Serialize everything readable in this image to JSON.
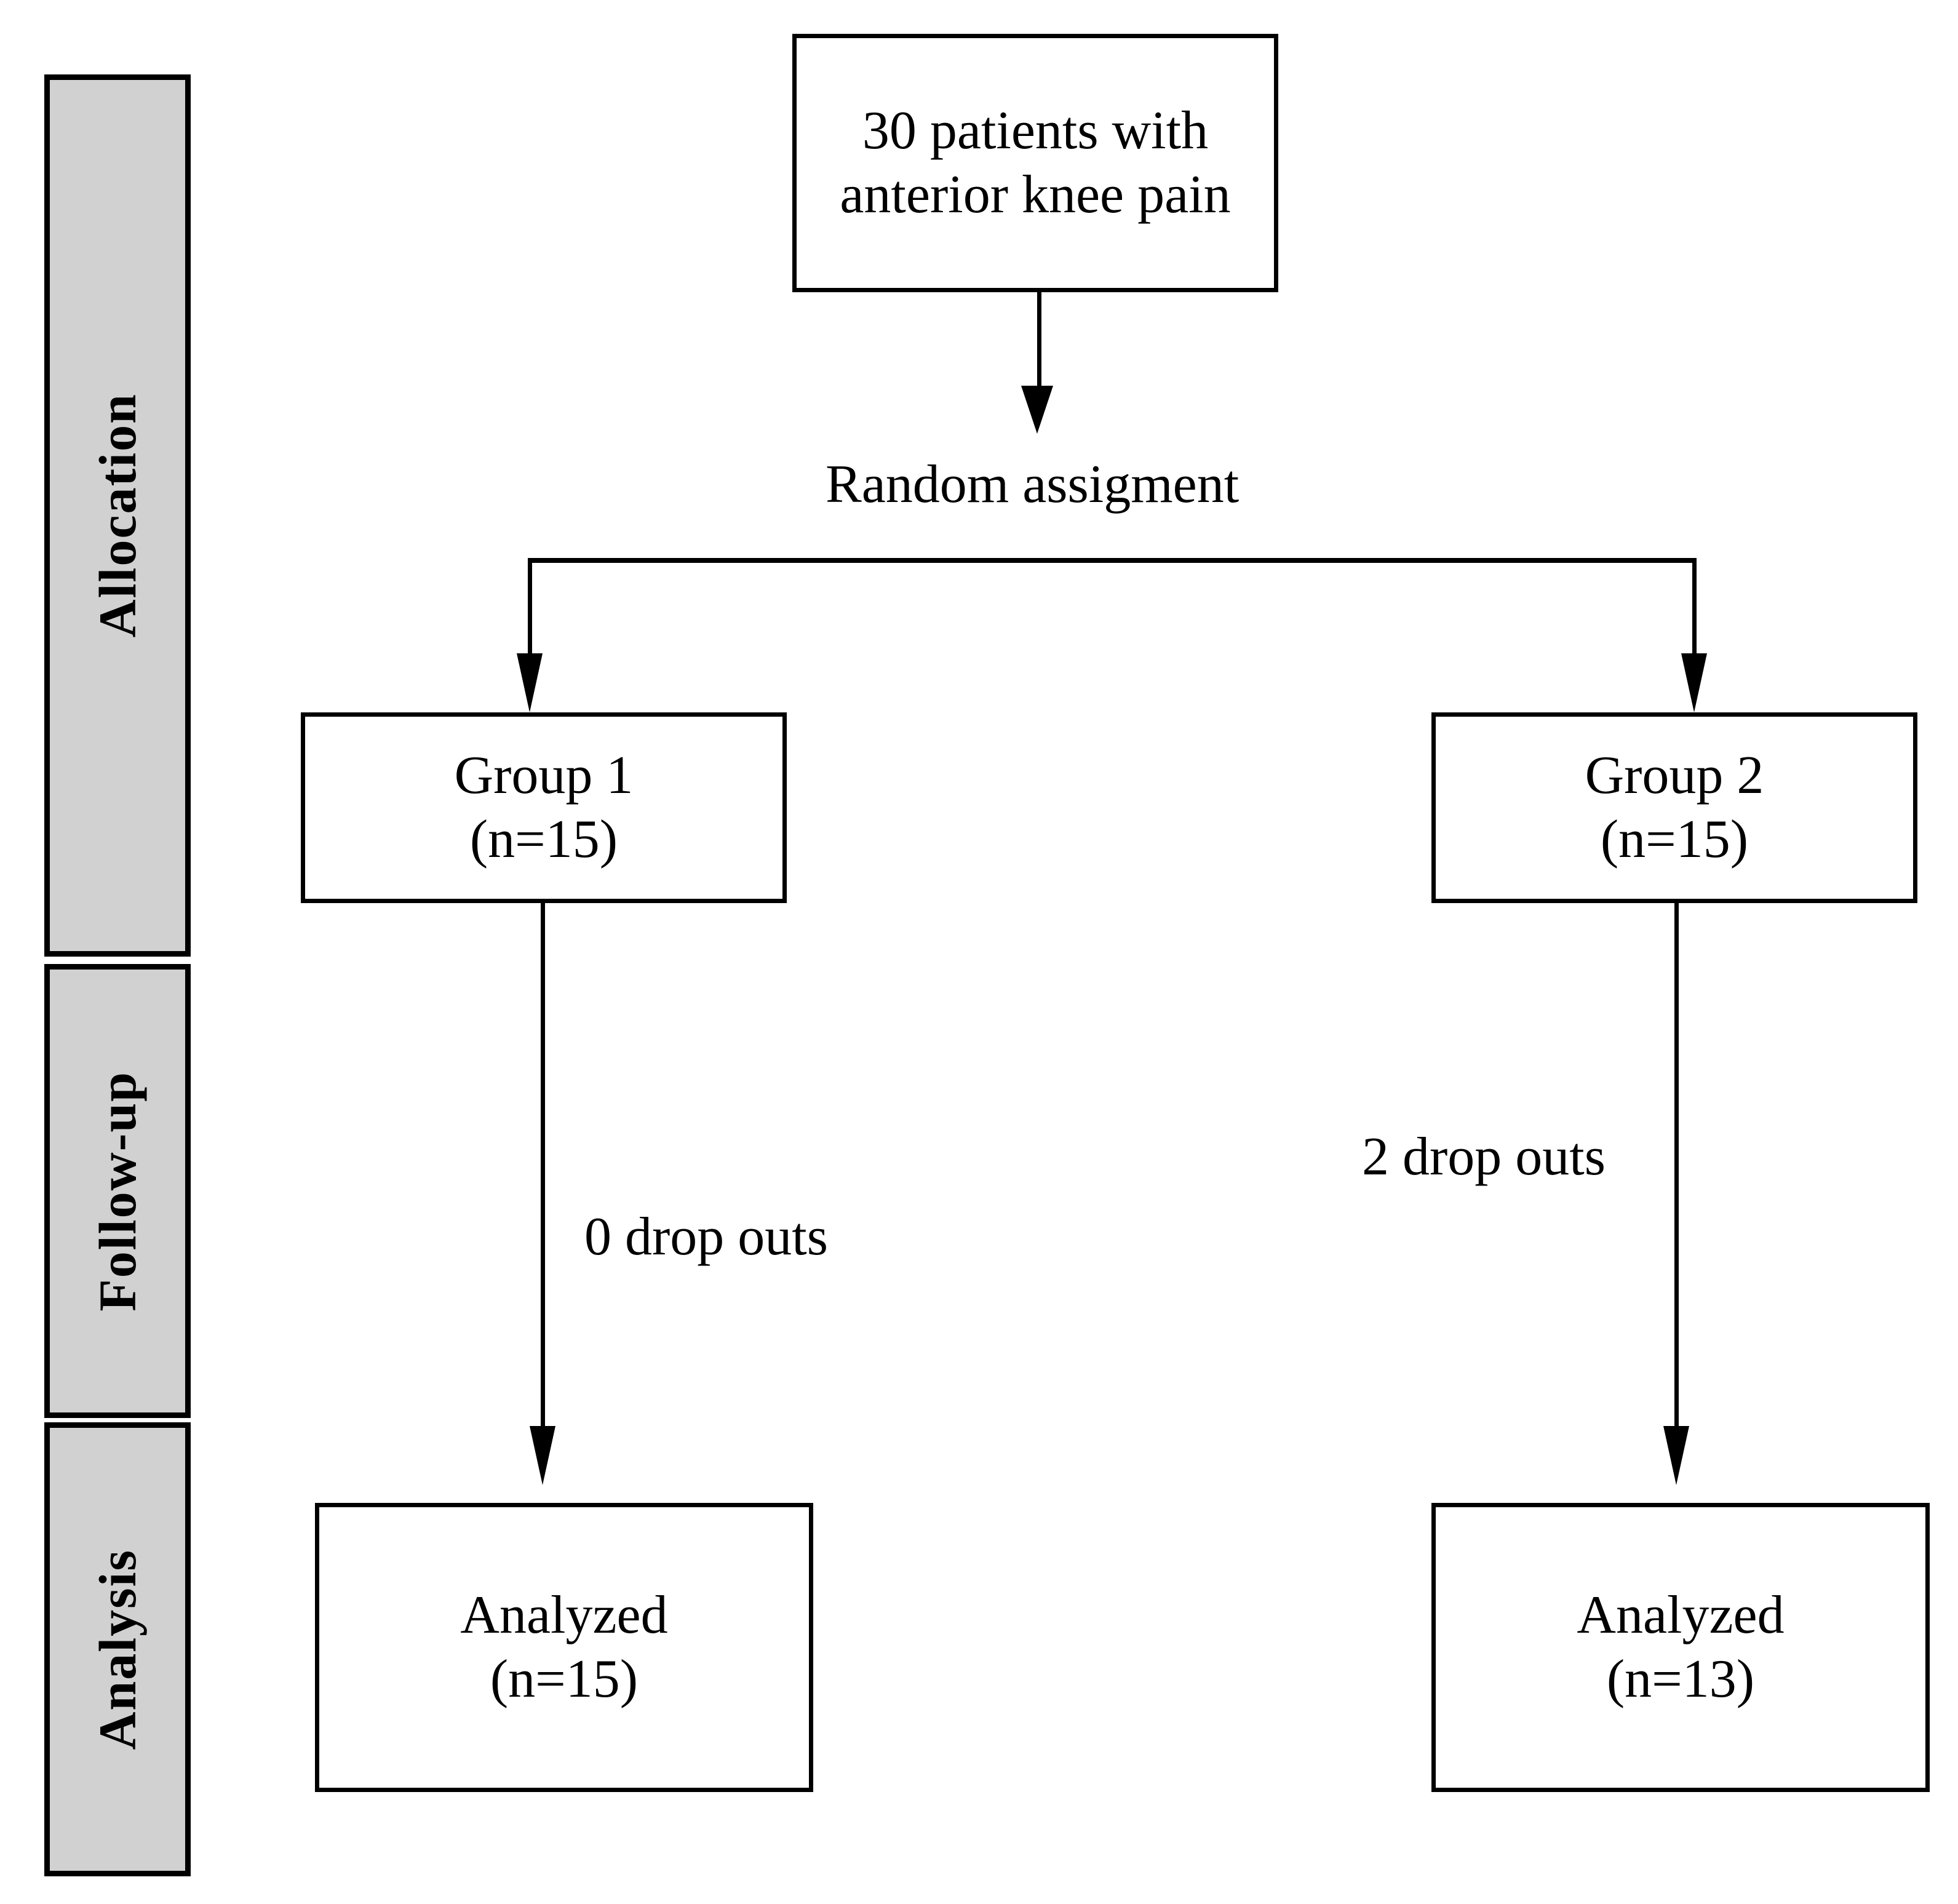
{
  "diagram": {
    "title": "CONSORT participant flow diagram",
    "colors": {
      "stage_band_fill": "#d1d1d1",
      "stroke": "#000000",
      "box_fill": "#ffffff",
      "page_background": "#ffffff"
    }
  },
  "stages": [
    {
      "label": "Allocation"
    },
    {
      "label": "Follow-up"
    },
    {
      "label": "Analysis"
    }
  ],
  "nodes": {
    "enrollment": {
      "line1": "30 patients with",
      "line2": "anterior knee pain"
    },
    "group1": {
      "line1": "Group 1",
      "line2": "(n=15)"
    },
    "group2": {
      "line1": "Group 2",
      "line2": "(n=15)"
    },
    "analyzed1": {
      "line1": "Analyzed",
      "line2": "(n=15)"
    },
    "analyzed2": {
      "line1": "Analyzed",
      "line2": "(n=13)"
    }
  },
  "captions": {
    "randomization": "Random assigment",
    "dropouts_group1": "0 drop outs",
    "dropouts_group2": "2 drop outs"
  },
  "chart_data": {
    "type": "table",
    "title": "CONSORT participant flow",
    "stages": [
      "Allocation",
      "Follow-up",
      "Analysis"
    ],
    "nodes": [
      {
        "id": "enrollment",
        "stage": "",
        "label": "30 patients with anterior knee pain",
        "n": 30
      },
      {
        "id": "group1",
        "stage": "Allocation",
        "label": "Group 1 (n=15)",
        "n": 15
      },
      {
        "id": "group2",
        "stage": "Allocation",
        "label": "Group 2 (n=15)",
        "n": 15
      },
      {
        "id": "dropouts1",
        "stage": "Follow-up",
        "label": "0 drop outs",
        "n": 0
      },
      {
        "id": "dropouts2",
        "stage": "Follow-up",
        "label": "2 drop outs",
        "n": 2
      },
      {
        "id": "analyzed1",
        "stage": "Analysis",
        "label": "Analyzed (n=15)",
        "n": 15
      },
      {
        "id": "analyzed2",
        "stage": "Analysis",
        "label": "Analyzed (n=13)",
        "n": 13
      }
    ],
    "edges": [
      {
        "from": "enrollment",
        "to": "randomization",
        "label": "Random assigment"
      },
      {
        "from": "randomization",
        "to": "group1",
        "label": ""
      },
      {
        "from": "randomization",
        "to": "group2",
        "label": ""
      },
      {
        "from": "group1",
        "to": "analyzed1",
        "label": "0 drop outs"
      },
      {
        "from": "group2",
        "to": "analyzed2",
        "label": "2 drop outs"
      }
    ]
  }
}
